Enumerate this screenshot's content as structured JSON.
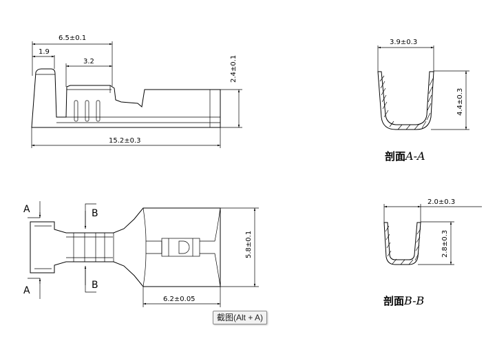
{
  "dimensions": {
    "top_width": "6.5±0.1",
    "top_tab": "1.9",
    "top_gap": "3.2",
    "top_height": "2.4±0.1",
    "top_length": "15.2±0.3",
    "front_width": "5.8±0.1",
    "front_barrel": "6.2±0.05",
    "aa_width": "3.9±0.3",
    "aa_height": "4.4±0.3",
    "bb_width": "2.0±0.3",
    "bb_height": "2.8±0.3"
  },
  "markers": {
    "a_top": "A",
    "a_bottom": "A",
    "b_top": "B",
    "b_bottom": "B"
  },
  "sections": {
    "aa_prefix": "剖面",
    "aa_label": "A-A",
    "bb_prefix": "剖面",
    "bb_label": "B-B"
  },
  "tooltip": {
    "text": "截图(Alt + A)"
  }
}
